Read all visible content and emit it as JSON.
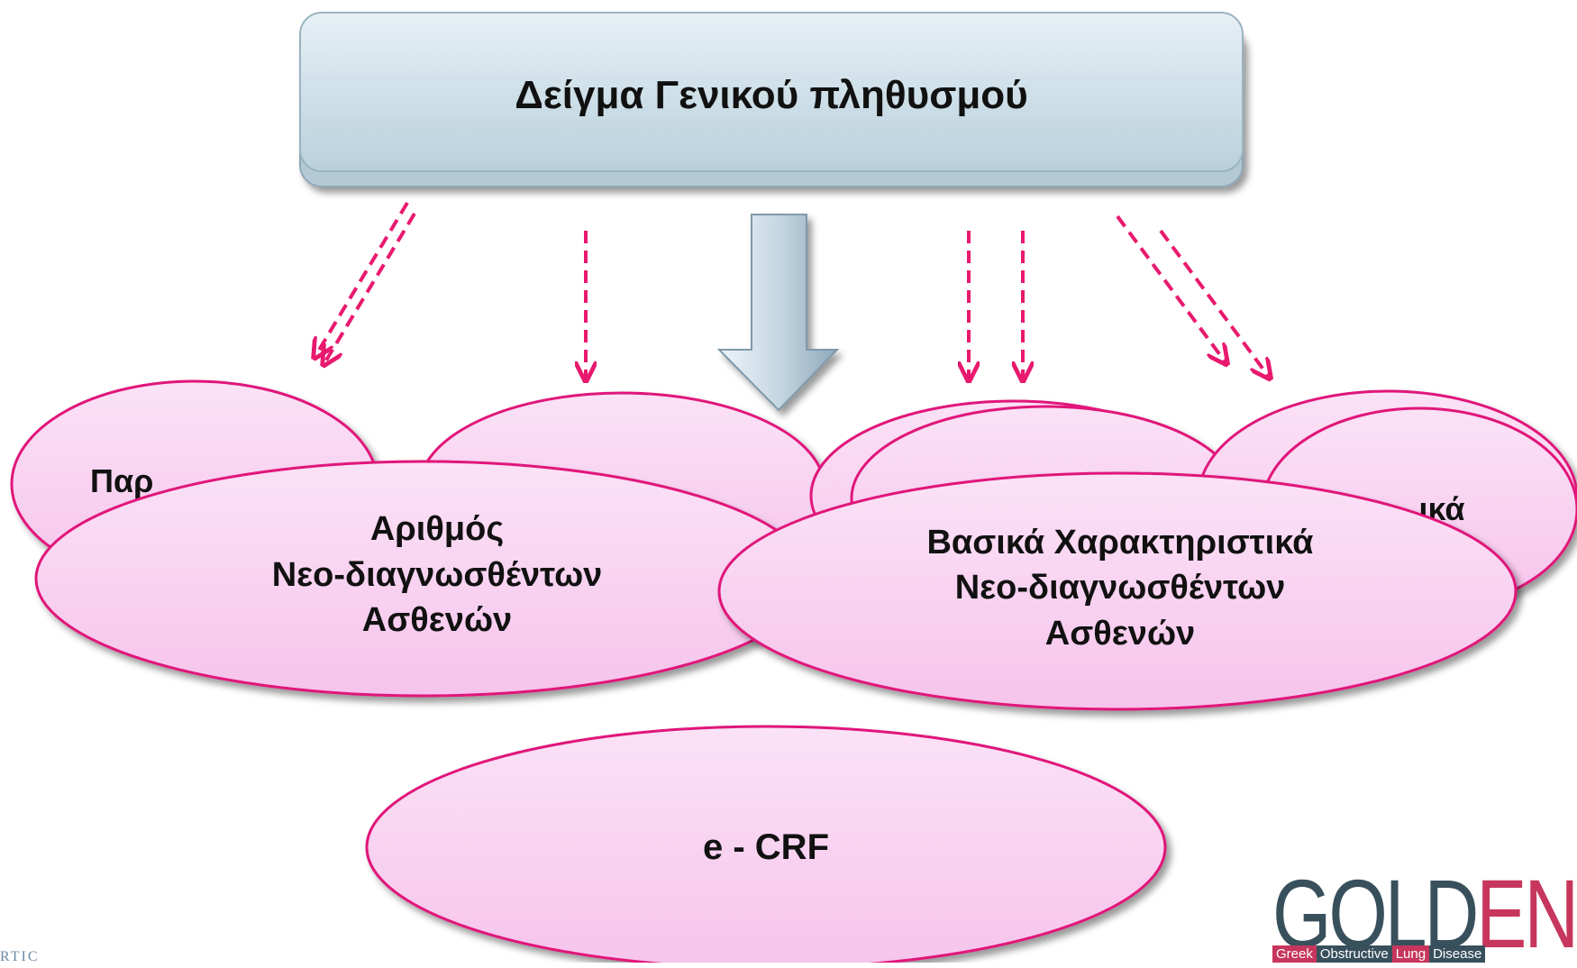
{
  "top_box": {
    "label": "Δείγμα Γενικού πληθυσμού"
  },
  "ellipses": {
    "back_left": {
      "label": "Παρ"
    },
    "back_right": {
      "label": "ικά"
    },
    "front_left": {
      "lines": [
        "Αριθμός",
        "Νεο-διαγνωσθέντων",
        "Ασθενών"
      ]
    },
    "front_right": {
      "lines": [
        "Βασικά Χαρακτηριστικά",
        "Νεο-διαγνωσθέντων",
        "Ασθενών"
      ]
    },
    "bottom": {
      "label": "e - CRF"
    }
  },
  "logo": {
    "word_dark": "GOLD",
    "word_accent": "EN",
    "tagline": [
      "Greek",
      "Obstructive",
      "Lung",
      "Disease"
    ]
  },
  "corner_text": "RTIC",
  "colors": {
    "ellipse_fill": "#f9d3f2",
    "ellipse_stroke": "#e0157a",
    "arrow": "#e8196e",
    "box_fill": "#c9dde6",
    "logo_dark": "#38505c",
    "logo_accent": "#c7365d"
  }
}
